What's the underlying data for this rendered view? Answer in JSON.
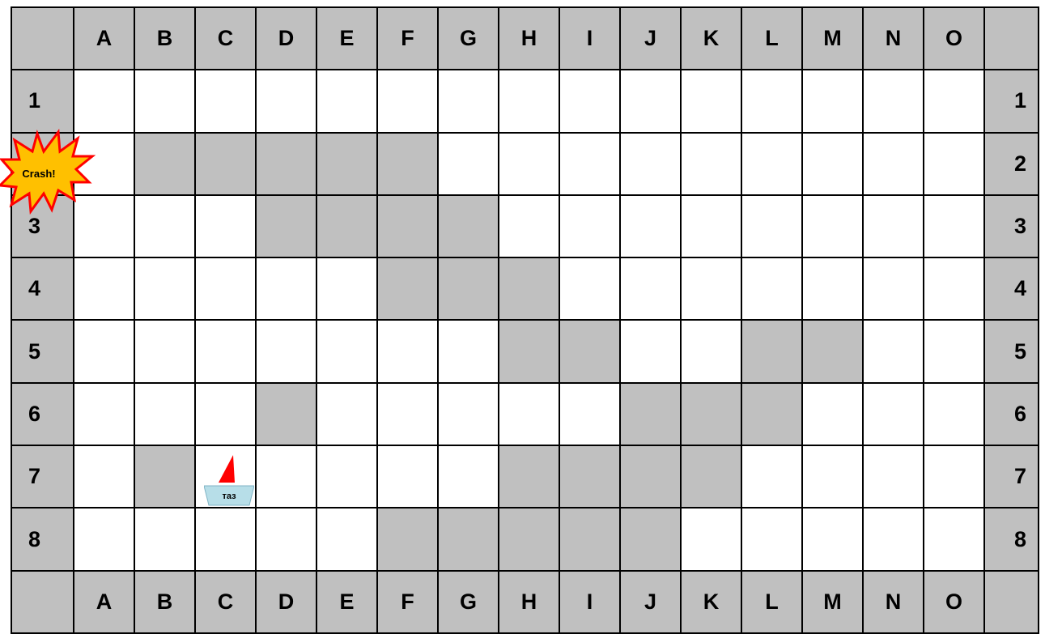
{
  "board": {
    "columns": [
      "A",
      "B",
      "C",
      "D",
      "E",
      "F",
      "G",
      "H",
      "I",
      "J",
      "K",
      "L",
      "M",
      "N",
      "O"
    ],
    "rows": [
      "1",
      "2",
      "3",
      "4",
      "5",
      "6",
      "7",
      "8"
    ],
    "islands": {
      "1": [],
      "2": [
        "B",
        "C",
        "D",
        "E",
        "F"
      ],
      "3": [
        "D",
        "E",
        "F",
        "G"
      ],
      "4": [
        "F",
        "G",
        "H"
      ],
      "5": [
        "H",
        "I",
        "L",
        "M"
      ],
      "6": [
        "D",
        "J",
        "K",
        "L"
      ],
      "7": [
        "B",
        "H",
        "I",
        "J",
        "K"
      ],
      "8": [
        "F",
        "G",
        "H",
        "I",
        "J"
      ]
    }
  },
  "crash": {
    "label": "Crash!",
    "cell": "A2",
    "fill_color": "#FFC000",
    "outline_color": "#FF0000"
  },
  "boat": {
    "label": "таз",
    "cell": "C7",
    "sail_color": "#FF0000",
    "hull_color": "#B7DEE8"
  },
  "colors": {
    "water": "#FFFFFF",
    "island": "#C0C0C0",
    "header": "#C0C0C0",
    "grid_line": "#000000"
  }
}
